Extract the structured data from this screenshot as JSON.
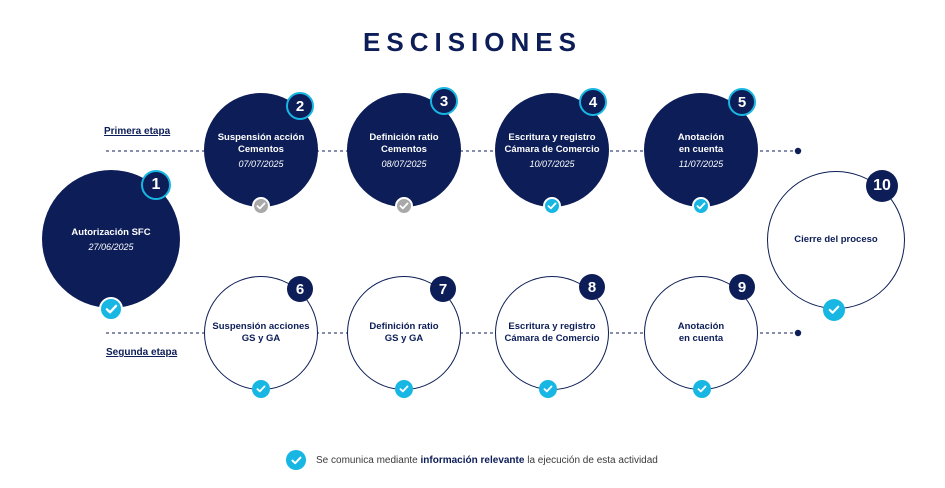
{
  "title": "ESCISIONES",
  "stages": {
    "first": "Primera etapa",
    "second": "Segunda etapa"
  },
  "steps": [
    {
      "number": "1",
      "name": "Autorización SFC",
      "date": "27/06/2025",
      "check": "complete"
    },
    {
      "number": "2",
      "name": "Suspensión acción\nCementos",
      "date": "07/07/2025",
      "check": "done"
    },
    {
      "number": "3",
      "name": "Definición ratio\nCementos",
      "date": "08/07/2025",
      "check": "done"
    },
    {
      "number": "4",
      "name": "Escritura y registro\nCámara de Comercio",
      "date": "10/07/2025",
      "check": "complete"
    },
    {
      "number": "5",
      "name": "Anotación\nen cuenta",
      "date": "11/07/2025",
      "check": "complete"
    },
    {
      "number": "6",
      "name": "Suspensión acciones\nGS y GA",
      "date": "",
      "check": "complete"
    },
    {
      "number": "7",
      "name": "Definición ratio\nGS y GA",
      "date": "",
      "check": "complete"
    },
    {
      "number": "8",
      "name": "Escritura y registro\nCámara de Comercio",
      "date": "",
      "check": "complete"
    },
    {
      "number": "9",
      "name": "Anotación\nen cuenta",
      "date": "",
      "check": "complete"
    },
    {
      "number": "10",
      "name": "Cierre del proceso",
      "date": "",
      "check": "complete"
    }
  ],
  "legend": {
    "before": "Se comunica mediante",
    "bold": "información relevante",
    "after": "la ejecución de esta actividad"
  },
  "colors": {
    "navy": "#0c1d57",
    "cyan": "#18b7e3",
    "gray": "#a9a9a9"
  },
  "icons": {
    "check": "checkmark-icon",
    "bullet": "dot-marker"
  }
}
